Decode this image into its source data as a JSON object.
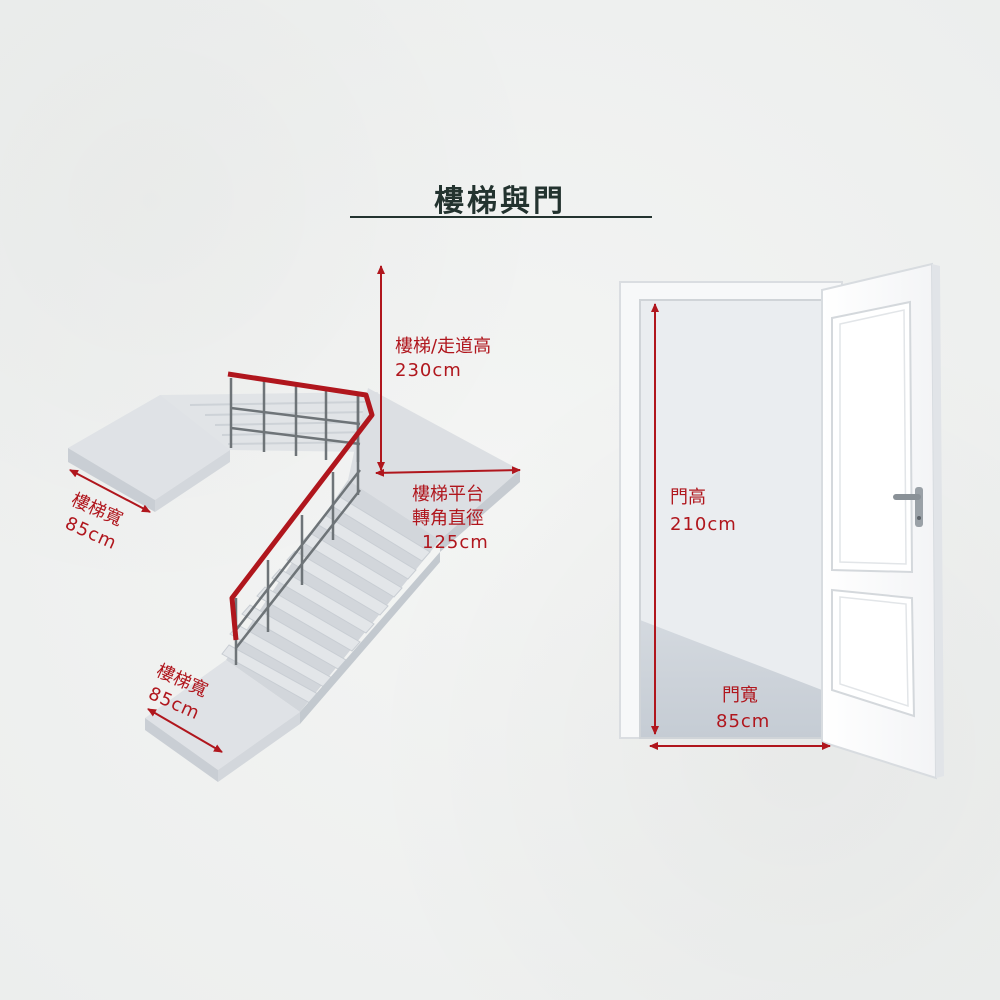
{
  "title": "樓梯與門",
  "stairs": {
    "height_label": "樓梯/走道高",
    "height_value": "230cm",
    "landing_label_line1": "樓梯平台",
    "landing_label_line2": "轉角直徑",
    "landing_value": "125cm",
    "width_top_label": "樓梯寬",
    "width_top_value": "85cm",
    "width_bottom_label": "樓梯寬",
    "width_bottom_value": "85cm"
  },
  "door": {
    "height_label": "門高",
    "height_value": "210cm",
    "width_label": "門寬",
    "width_value": "85cm"
  },
  "colors": {
    "accent": "#b0161d",
    "title": "#23332f",
    "background": "#f1f2f1"
  }
}
